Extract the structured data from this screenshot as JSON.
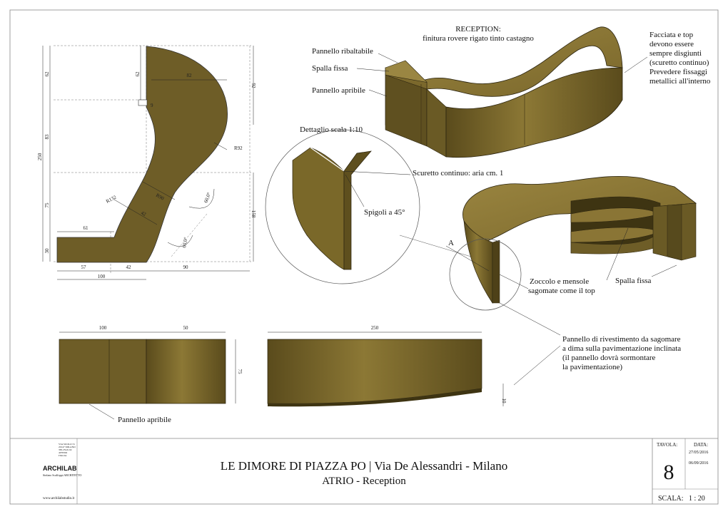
{
  "title_block": {
    "project_title": "LE DIMORE DI PIAZZA PO | Via De Alessandri - Milano",
    "sheet_subject": "ATRIO - Reception",
    "tavola_label": "TAVOLA:",
    "tavola_number": "8",
    "data_label": "DATA:",
    "date_1": "27/05/2016",
    "date_2": "06/09/2016",
    "scala_label": "SCALA:",
    "scala_value": "1 : 20",
    "logo_arch": "ARCHI",
    "logo_lab": "LAB",
    "studio_line": "Stefano Scalfoppi ARCHITETTO",
    "website": "www.archilabstudio.it",
    "address_lines": [
      "VIA SUOLO 31",
      "20147 MILANO",
      "TEL/FAX 02",
      "4078302",
      "ITALIA"
    ]
  },
  "annotations": {
    "reception_title": "RECEPTION:",
    "reception_finish": "finitura rovere rigato tinto castagno",
    "pannello_ribaltabile": "Pannello ribaltabile",
    "spalla_fissa_top": "Spalla fissa",
    "pannello_apribile_top": "Pannello apribile",
    "facciata_note": [
      "Facciata e top",
      "devono essere",
      "sempre disgiunti",
      "(scuretto continuo)",
      "Prevedere fissaggi",
      "metallici all'interno"
    ],
    "dettaglio": "Dettaglio scala 1:10",
    "scuretto": "Scuretto continuo: aria cm. 1",
    "spigoli": "Spigoli a 45°",
    "marker_a": "A",
    "zoccolo": [
      "Zoccolo e mensole",
      "sagomate come il top"
    ],
    "spalla_fissa_right": "Spalla fissa",
    "pannello_rivestimento": [
      "Pannello di rivestimento da sagomare",
      "a dima sulla pavimentazione inclinata",
      "(il pannello dovrà sormontare",
      "la pavimentazione)"
    ],
    "pannello_apribile_bottom": "Pannello apribile"
  },
  "dimensions": {
    "plan_top_left": "62",
    "plan_top_inner": "62",
    "plan_width_top": "82",
    "plan_right_top": "92",
    "plan_small": "9",
    "plan_total_height": "250",
    "plan_mid": "83",
    "plan_lower": "75",
    "plan_bottom": "30",
    "plan_right_low": "158",
    "plan_r92": "R92",
    "plan_r132": "R132",
    "plan_r90": "R90",
    "plan_42_mid": "42",
    "plan_angle_a": "60,0°",
    "plan_angle_b": "60,0°",
    "plan_61": "61",
    "plan_57": "57",
    "plan_42": "42",
    "plan_90": "90",
    "plan_100": "100",
    "front_100": "100",
    "front_50": "50",
    "front_75": "75",
    "side_250": "250",
    "side_10": "10"
  },
  "colors": {
    "wood": "#6b5a26",
    "wood_light": "#8c7734",
    "wood_dark": "#4a3d16",
    "line": "#111111"
  }
}
